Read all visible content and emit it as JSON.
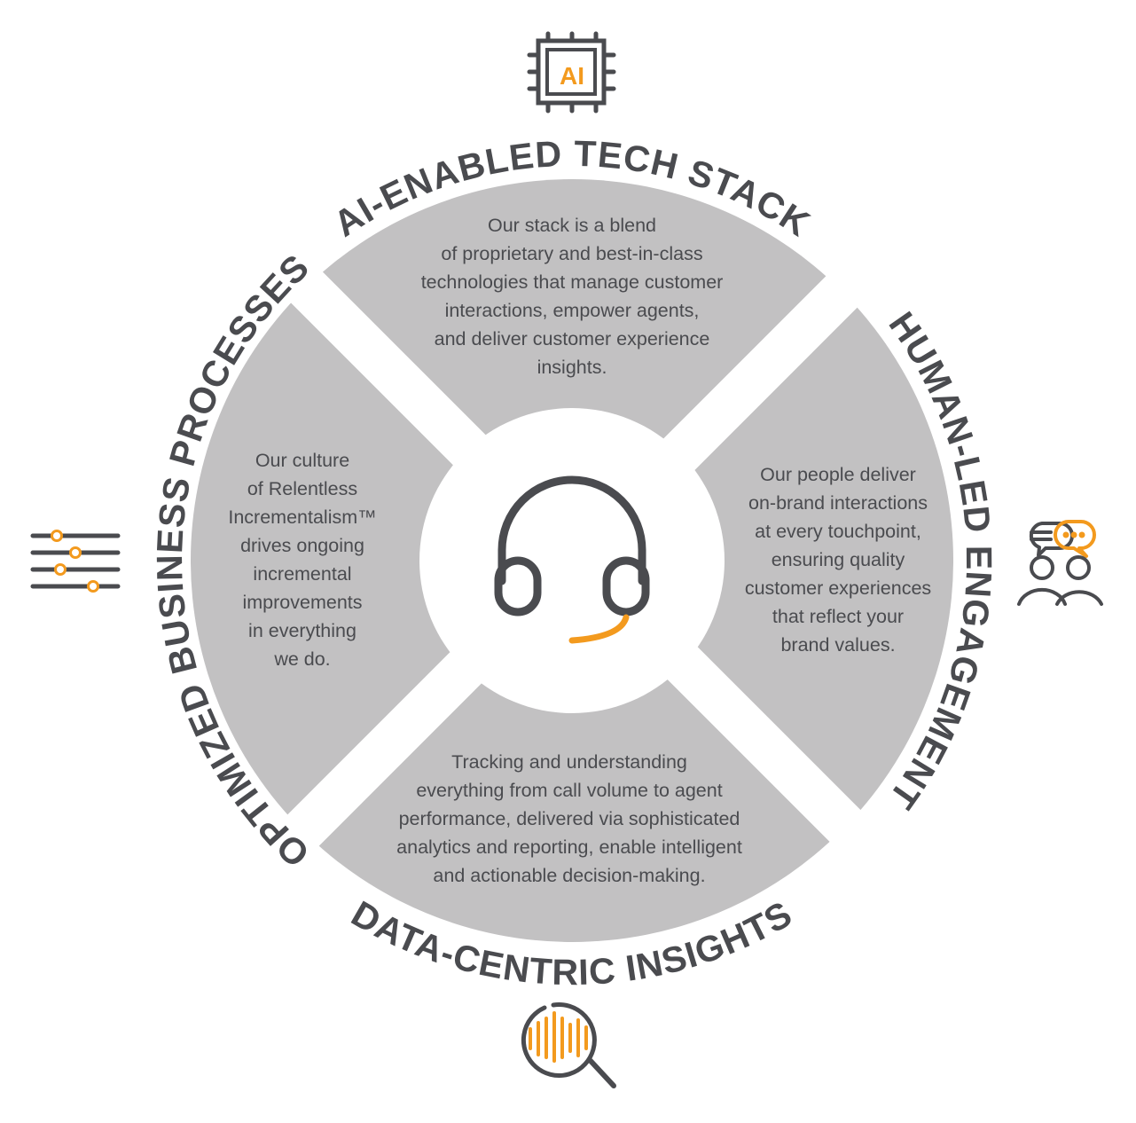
{
  "colors": {
    "segment": "#c2c1c2",
    "text": "#4a4b4f",
    "accent": "#f39a1e",
    "background": "#ffffff"
  },
  "center": {
    "icon": "headset-icon"
  },
  "segments": [
    {
      "id": "top",
      "label": "AI-ENABLED TECH STACK",
      "icon": "ai-chip-icon",
      "icon_text": "AI",
      "lines": [
        "Our stack is a blend",
        "of proprietary and best-in-class",
        "technologies that manage customer",
        "interactions, empower agents,",
        "and deliver customer experience",
        "insights."
      ]
    },
    {
      "id": "right",
      "label": "HUMAN-LED ENGAGEMENT",
      "icon": "people-conversation-icon",
      "lines": [
        "Our people deliver",
        "on-brand interactions",
        "at every touchpoint,",
        "ensuring quality",
        "customer experiences",
        "that reflect your",
        "brand values."
      ]
    },
    {
      "id": "bottom",
      "label": "DATA-CENTRIC INSIGHTS",
      "icon": "analytics-magnifier-icon",
      "lines": [
        "Tracking and understanding",
        "everything from call volume to agent",
        "performance, delivered via sophisticated",
        "analytics and reporting, enable intelligent",
        "and actionable decision-making."
      ]
    },
    {
      "id": "left",
      "label": "OPTIMIZED BUSINESS PROCESSES",
      "icon": "sliders-icon",
      "lines": [
        "Our culture",
        "of Relentless",
        "Incrementalism™",
        "drives ongoing",
        "incremental",
        "improvements",
        "in everything",
        "we do."
      ]
    }
  ]
}
